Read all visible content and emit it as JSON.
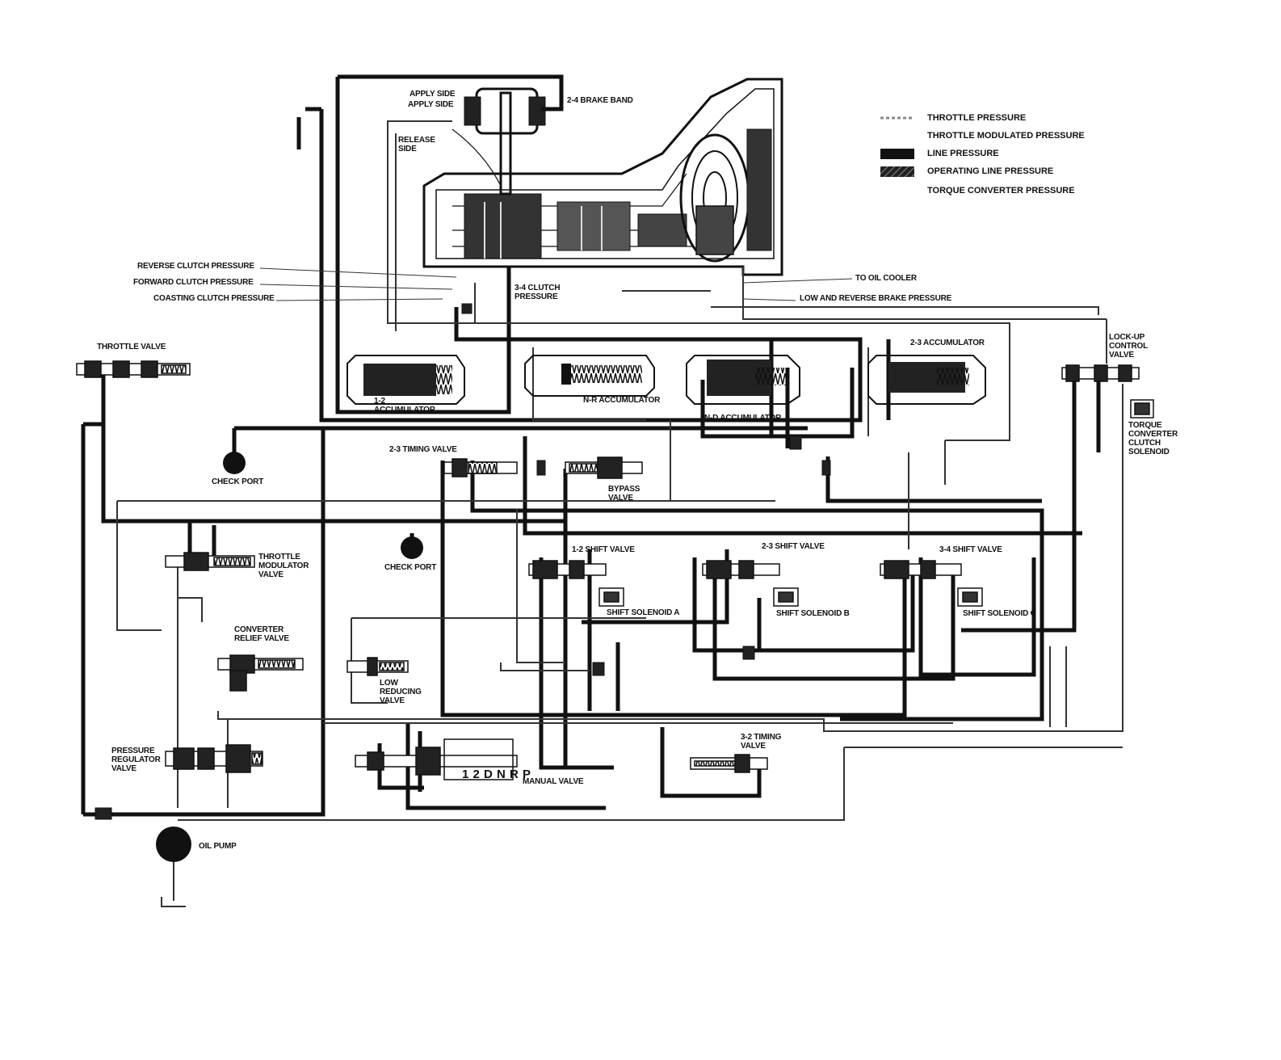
{
  "legend": {
    "items": [
      {
        "label": "THROTTLE PRESSURE",
        "style": "dashed-gray"
      },
      {
        "label": "THROTTLE MODULATED PRESSURE",
        "style": "none"
      },
      {
        "label": "LINE PRESSURE",
        "style": "black"
      },
      {
        "label": "OPERATING LINE PRESSURE",
        "style": "black-hatched"
      },
      {
        "label": "TORQUE CONVERTER PRESSURE",
        "style": "none"
      }
    ],
    "colors": {
      "line": "#111111",
      "operating": "#2a2a2a",
      "light": "#777777"
    }
  },
  "labels": {
    "apply_side_1": "APPLY SIDE",
    "apply_side_2": "APPLY SIDE",
    "brake_band": "2-4 BRAKE BAND",
    "release_side": "RELEASE\nSIDE",
    "reverse_clutch": "REVERSE CLUTCH PRESSURE",
    "forward_clutch": "FORWARD CLUTCH PRESSURE",
    "coasting_clutch": "COASTING CLUTCH PRESSURE",
    "clutch_34": "3-4 CLUTCH\nPRESSURE",
    "oil_cooler": "TO OIL COOLER",
    "low_reverse": "LOW AND REVERSE BRAKE PRESSURE",
    "lockup": "LOCK-UP\nCONTROL\nVALVE",
    "throttle_valve": "THROTTLE VALVE",
    "accum_12": "1-2\nACCUMULATOR",
    "nr_accum": "N-R ACCUMULATOR",
    "nd_accum": "N-D ACCUMULATOR",
    "accum_23": "2-3 ACCUMULATOR",
    "tcc_solenoid": "TORQUE\nCONVERTER\nCLUTCH\nSOLENOID",
    "check_port_1": "CHECK PORT",
    "timing_23": "2-3 TIMING VALVE",
    "bypass": "BYPASS\nVALVE",
    "check_port_2": "CHECK PORT",
    "throttle_mod": "THROTTLE\nMODULATOR\nVALVE",
    "shift_12": "1-2 SHIFT VALVE",
    "shift_23": "2-3 SHIFT VALVE",
    "shift_34": "3-4 SHIFT VALVE",
    "sol_a": "SHIFT SOLENOID A",
    "sol_b": "SHIFT SOLENOID B",
    "sol_c": "SHIFT SOLENOID C",
    "converter_relief": "CONVERTER\nRELIEF VALVE",
    "low_reducing": "LOW\nREDUCING\nVALVE",
    "pressure_reg": "PRESSURE\nREGULATOR\nVALVE",
    "timing_32": "3-2 TIMING\nVALVE",
    "gear_positions": "1 2 D N R P",
    "manual_valve": "MANUAL VALVE",
    "oil_pump": "OIL PUMP"
  }
}
